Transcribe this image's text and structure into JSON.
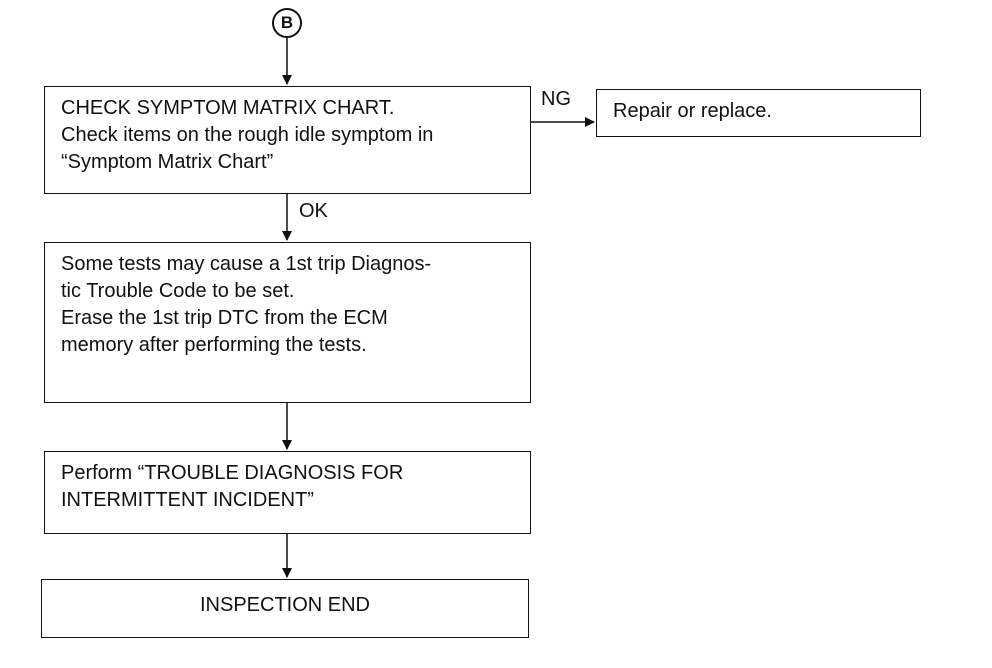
{
  "connector": {
    "label": "B"
  },
  "boxes": {
    "check_symptom": {
      "lines": [
        "CHECK SYMPTOM MATRIX CHART.",
        "Check items on the rough idle symptom in",
        "“Symptom Matrix Chart”"
      ]
    },
    "repair": {
      "lines": [
        "Repair or replace."
      ]
    },
    "tests_note": {
      "lines": [
        "Some tests may cause a 1st trip Diagnos-",
        "tic Trouble Code to be set.",
        "Erase the 1st trip DTC from the ECM",
        "memory after performing the tests."
      ]
    },
    "perform": {
      "lines": [
        "Perform “TROUBLE DIAGNOSIS FOR",
        "INTERMITTENT INCIDENT”"
      ]
    },
    "end": {
      "lines": [
        "INSPECTION END"
      ]
    }
  },
  "labels": {
    "ng": "NG",
    "ok": "OK"
  }
}
